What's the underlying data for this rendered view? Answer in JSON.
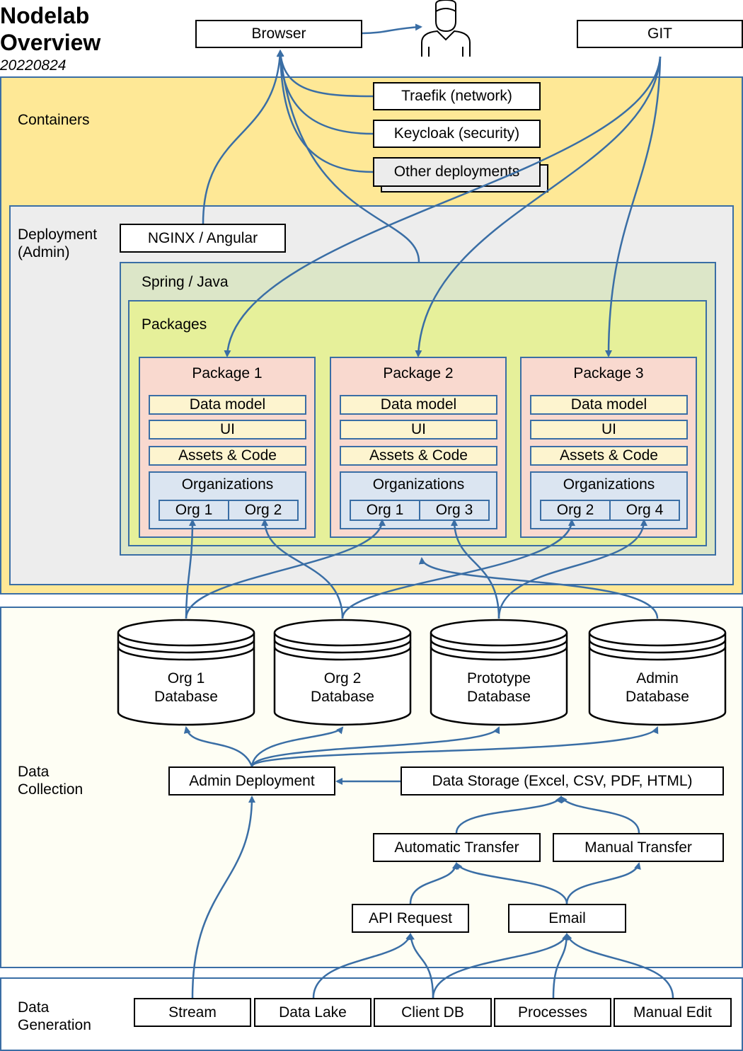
{
  "title": {
    "line1": "Nodelab",
    "line2": "Overview",
    "date": "20220824"
  },
  "top": {
    "browser": "Browser",
    "git": "GIT"
  },
  "containers": {
    "label": "Containers",
    "traefik": "Traefik (network)",
    "keycloak": "Keycloak (security)",
    "other": "Other deployments"
  },
  "deployment": {
    "label": "Deployment\n(Admin)",
    "nginx": "NGINX / Angular"
  },
  "spring": {
    "label": "Spring / Java"
  },
  "packages": {
    "label": "Packages",
    "items": [
      {
        "title": "Package 1",
        "data_model": "Data model",
        "ui": "UI",
        "assets": "Assets & Code",
        "orgs_title": "Organizations",
        "org_a": "Org 1",
        "org_b": "Org 2"
      },
      {
        "title": "Package 2",
        "data_model": "Data model",
        "ui": "UI",
        "assets": "Assets & Code",
        "orgs_title": "Organizations",
        "org_a": "Org 1",
        "org_b": "Org 3"
      },
      {
        "title": "Package 3",
        "data_model": "Data model",
        "ui": "UI",
        "assets": "Assets & Code",
        "orgs_title": "Organizations",
        "org_a": "Org 2",
        "org_b": "Org 4"
      }
    ]
  },
  "databases": [
    {
      "label": "Org 1\nDatabase"
    },
    {
      "label": "Org 2\nDatabase"
    },
    {
      "label": "Prototype\nDatabase"
    },
    {
      "label": "Admin\nDatabase"
    }
  ],
  "collection": {
    "label": "Data\nCollection",
    "admin_deployment": "Admin Deployment",
    "data_storage": "Data Storage (Excel, CSV, PDF, HTML)",
    "automatic_transfer": "Automatic Transfer",
    "manual_transfer": "Manual Transfer",
    "api_request": "API Request",
    "email": "Email"
  },
  "generation": {
    "label": "Data\nGeneration",
    "stream": "Stream",
    "data_lake": "Data Lake",
    "client_db": "Client DB",
    "processes": "Processes",
    "manual_edit": "Manual Edit"
  },
  "colors": {
    "containers_bg": "#fee896",
    "deployment_bg": "#ededed",
    "spring_bg": "#dce6c8",
    "packages_bg": "#e6f09a",
    "package_bg": "#f9d9cf",
    "row_bg": "#fdf4cf",
    "orgs_bg": "#dbe5f1",
    "collection_bg": "#fefef4",
    "edge": "#3a6ea5"
  }
}
